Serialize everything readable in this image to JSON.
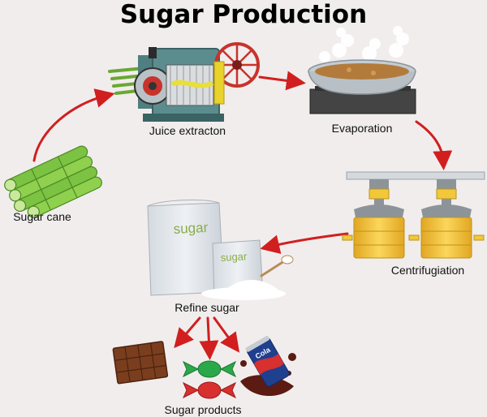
{
  "title": "Sugar Production",
  "steps": {
    "sugar_cane": "Sugar cane",
    "juice_extraction": "Juice extracton",
    "evaporation": "Evaporation",
    "centrifugation": "Centrifugiation",
    "refine_sugar": "Refine sugar",
    "sugar_products": "Sugar products"
  },
  "bag_labels": {
    "large": "sugar",
    "small": "sugar"
  },
  "can_label": "Cola",
  "colors": {
    "arrow": "#d11f1f",
    "background": "#f1eded",
    "cane_green": "#7cc243",
    "tank_yellow": "#f5c63a",
    "machine_teal": "#4f7f80",
    "wheel_red": "#c8332c"
  }
}
